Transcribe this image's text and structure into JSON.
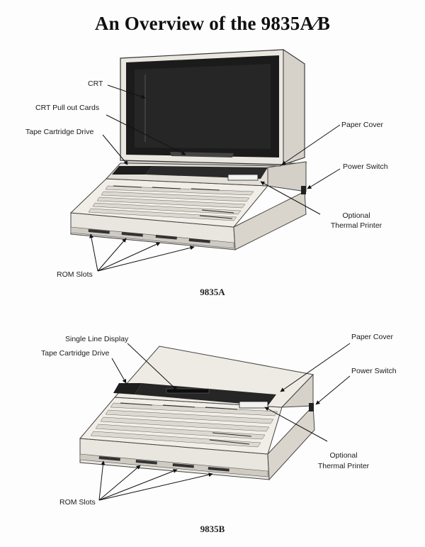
{
  "document": {
    "title": "An Overview of the 9835A∕B"
  },
  "figure_a": {
    "caption": "9835A",
    "labels": {
      "crt": "CRT",
      "crt_pull_out_cards": "CRT Pull out Cards",
      "tape_cartridge_drive": "Tape Cartridge Drive",
      "paper_cover": "Paper Cover",
      "power_switch": "Power Switch",
      "optional": "Optional",
      "thermal_printer": "Thermal Printer",
      "rom_slots": "ROM Slots"
    }
  },
  "figure_b": {
    "caption": "9835B",
    "labels": {
      "single_line_display": "Single Line Display",
      "tape_cartridge_drive": "Tape Cartridge Drive",
      "paper_cover": "Paper Cover",
      "power_switch": "Power Switch",
      "optional": "Optional",
      "thermal_printer": "Thermal Printer",
      "rom_slots": "ROM Slots"
    }
  }
}
